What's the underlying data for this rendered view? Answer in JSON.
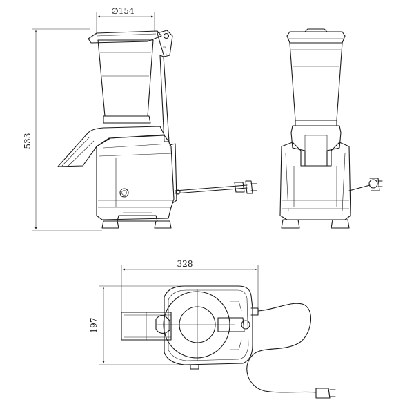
{
  "dimensions": {
    "diameter": "∅154",
    "height": "533",
    "length": "328",
    "width": "197"
  },
  "views": [
    {
      "id": "side-view"
    },
    {
      "id": "front-view"
    },
    {
      "id": "top-view"
    }
  ],
  "colors": {
    "line": "#1a1a1a",
    "background": "#ffffff"
  }
}
